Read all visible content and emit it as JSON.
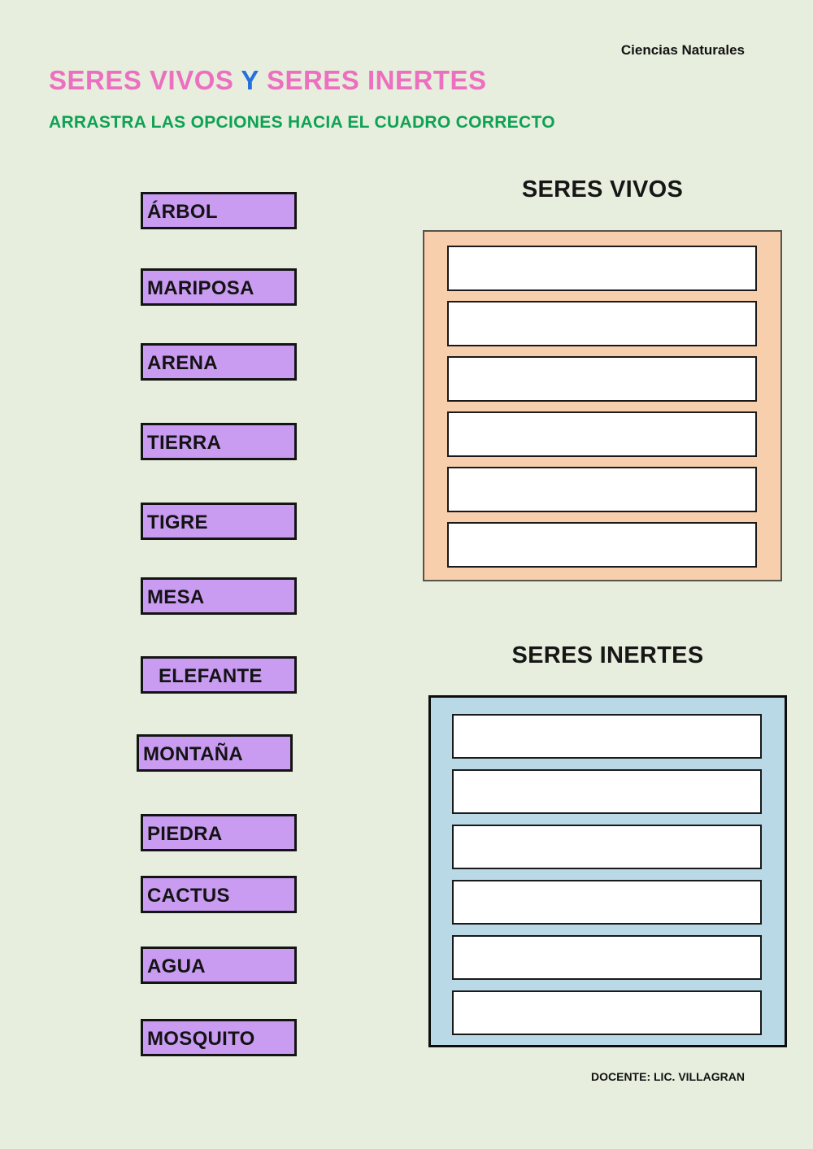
{
  "page": {
    "background_color": "#E7EEDD",
    "course_label": "Ciencias Naturales",
    "footer_text": "DOCENTE: LIC. VILLAGRAN"
  },
  "header": {
    "title_part_living": "SERES VIVOS",
    "title_conjunction": "Y",
    "title_part_inert": "SERES INERTES",
    "title_pink": "#ED6FC0",
    "title_blue": "#2471DE",
    "instructions": "ARRASTRA LAS OPCIONES HACIA EL CUADRO CORRECTO",
    "instructions_color": "#0EA254"
  },
  "option_tile_color": "#C99CF2",
  "options": [
    "ÁRBOL",
    "MARIPOSA",
    "ARENA",
    "TIERRA",
    "TIGRE",
    "MESA",
    "ELEFANTE",
    "MONTAÑA",
    "PIEDRA",
    "CACTUS",
    "AGUA",
    "MOSQUITO"
  ],
  "drop_zones": [
    {
      "title": "SERES VIVOS",
      "background": "#F8CFAC",
      "slot_count": 6
    },
    {
      "title": "SERES INERTES",
      "background": "#B8D9E5",
      "slot_count": 6
    }
  ]
}
